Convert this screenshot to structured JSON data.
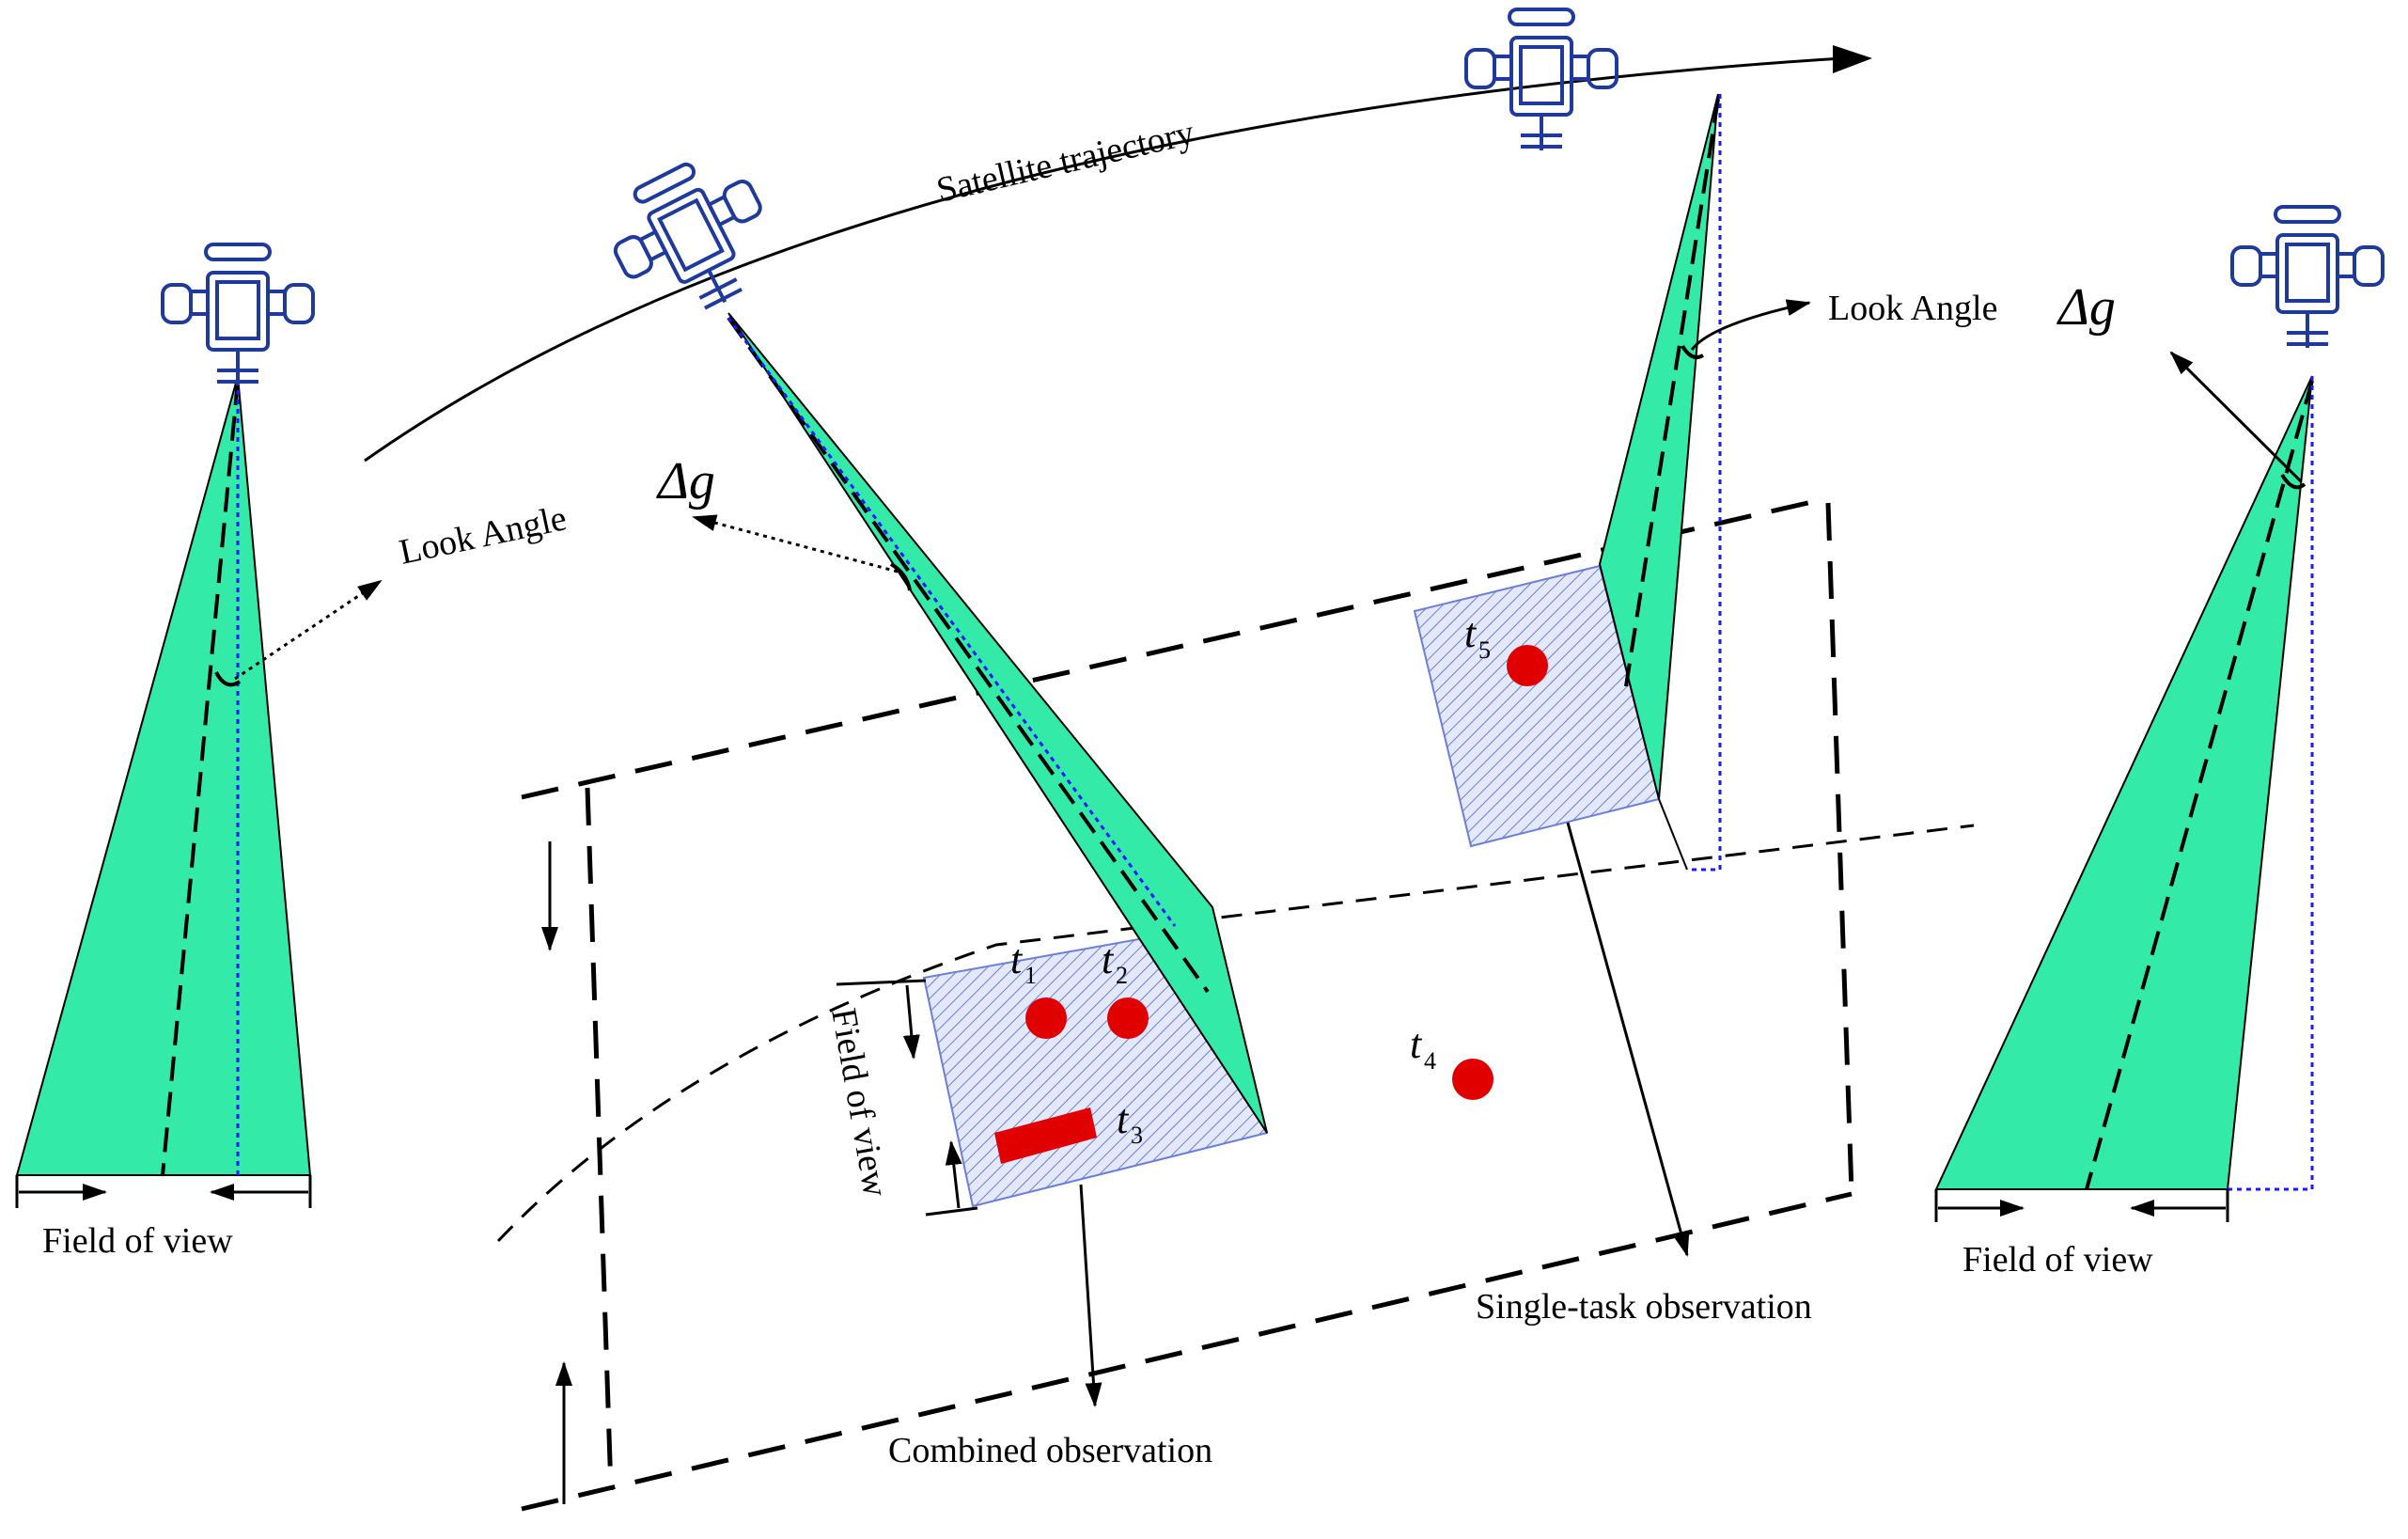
{
  "labels": {
    "satellite_trajectory": "Satellite trajectory",
    "look_angle": "Look Angle",
    "delta_g": "Δg",
    "field_of_view": "Field of view",
    "combined_observation": "Combined observation",
    "single_task_observation": "Single-task observation"
  },
  "targets": [
    {
      "letter": "t",
      "sub": "1"
    },
    {
      "letter": "t",
      "sub": "2"
    },
    {
      "letter": "t",
      "sub": "3"
    },
    {
      "letter": "t",
      "sub": "4"
    },
    {
      "letter": "t",
      "sub": "5"
    }
  ],
  "colors": {
    "beam_fill": "#33eaa8",
    "satellite": "#1f3a9a",
    "target": "#e00000",
    "hatch": "#6b7fd6",
    "hatch_bg": "#e4e8fb",
    "pointing_line": "#1a1aff"
  },
  "icons": [
    "satellite-icon",
    "target-dot-icon",
    "target-rect-icon",
    "arrow-icon"
  ]
}
